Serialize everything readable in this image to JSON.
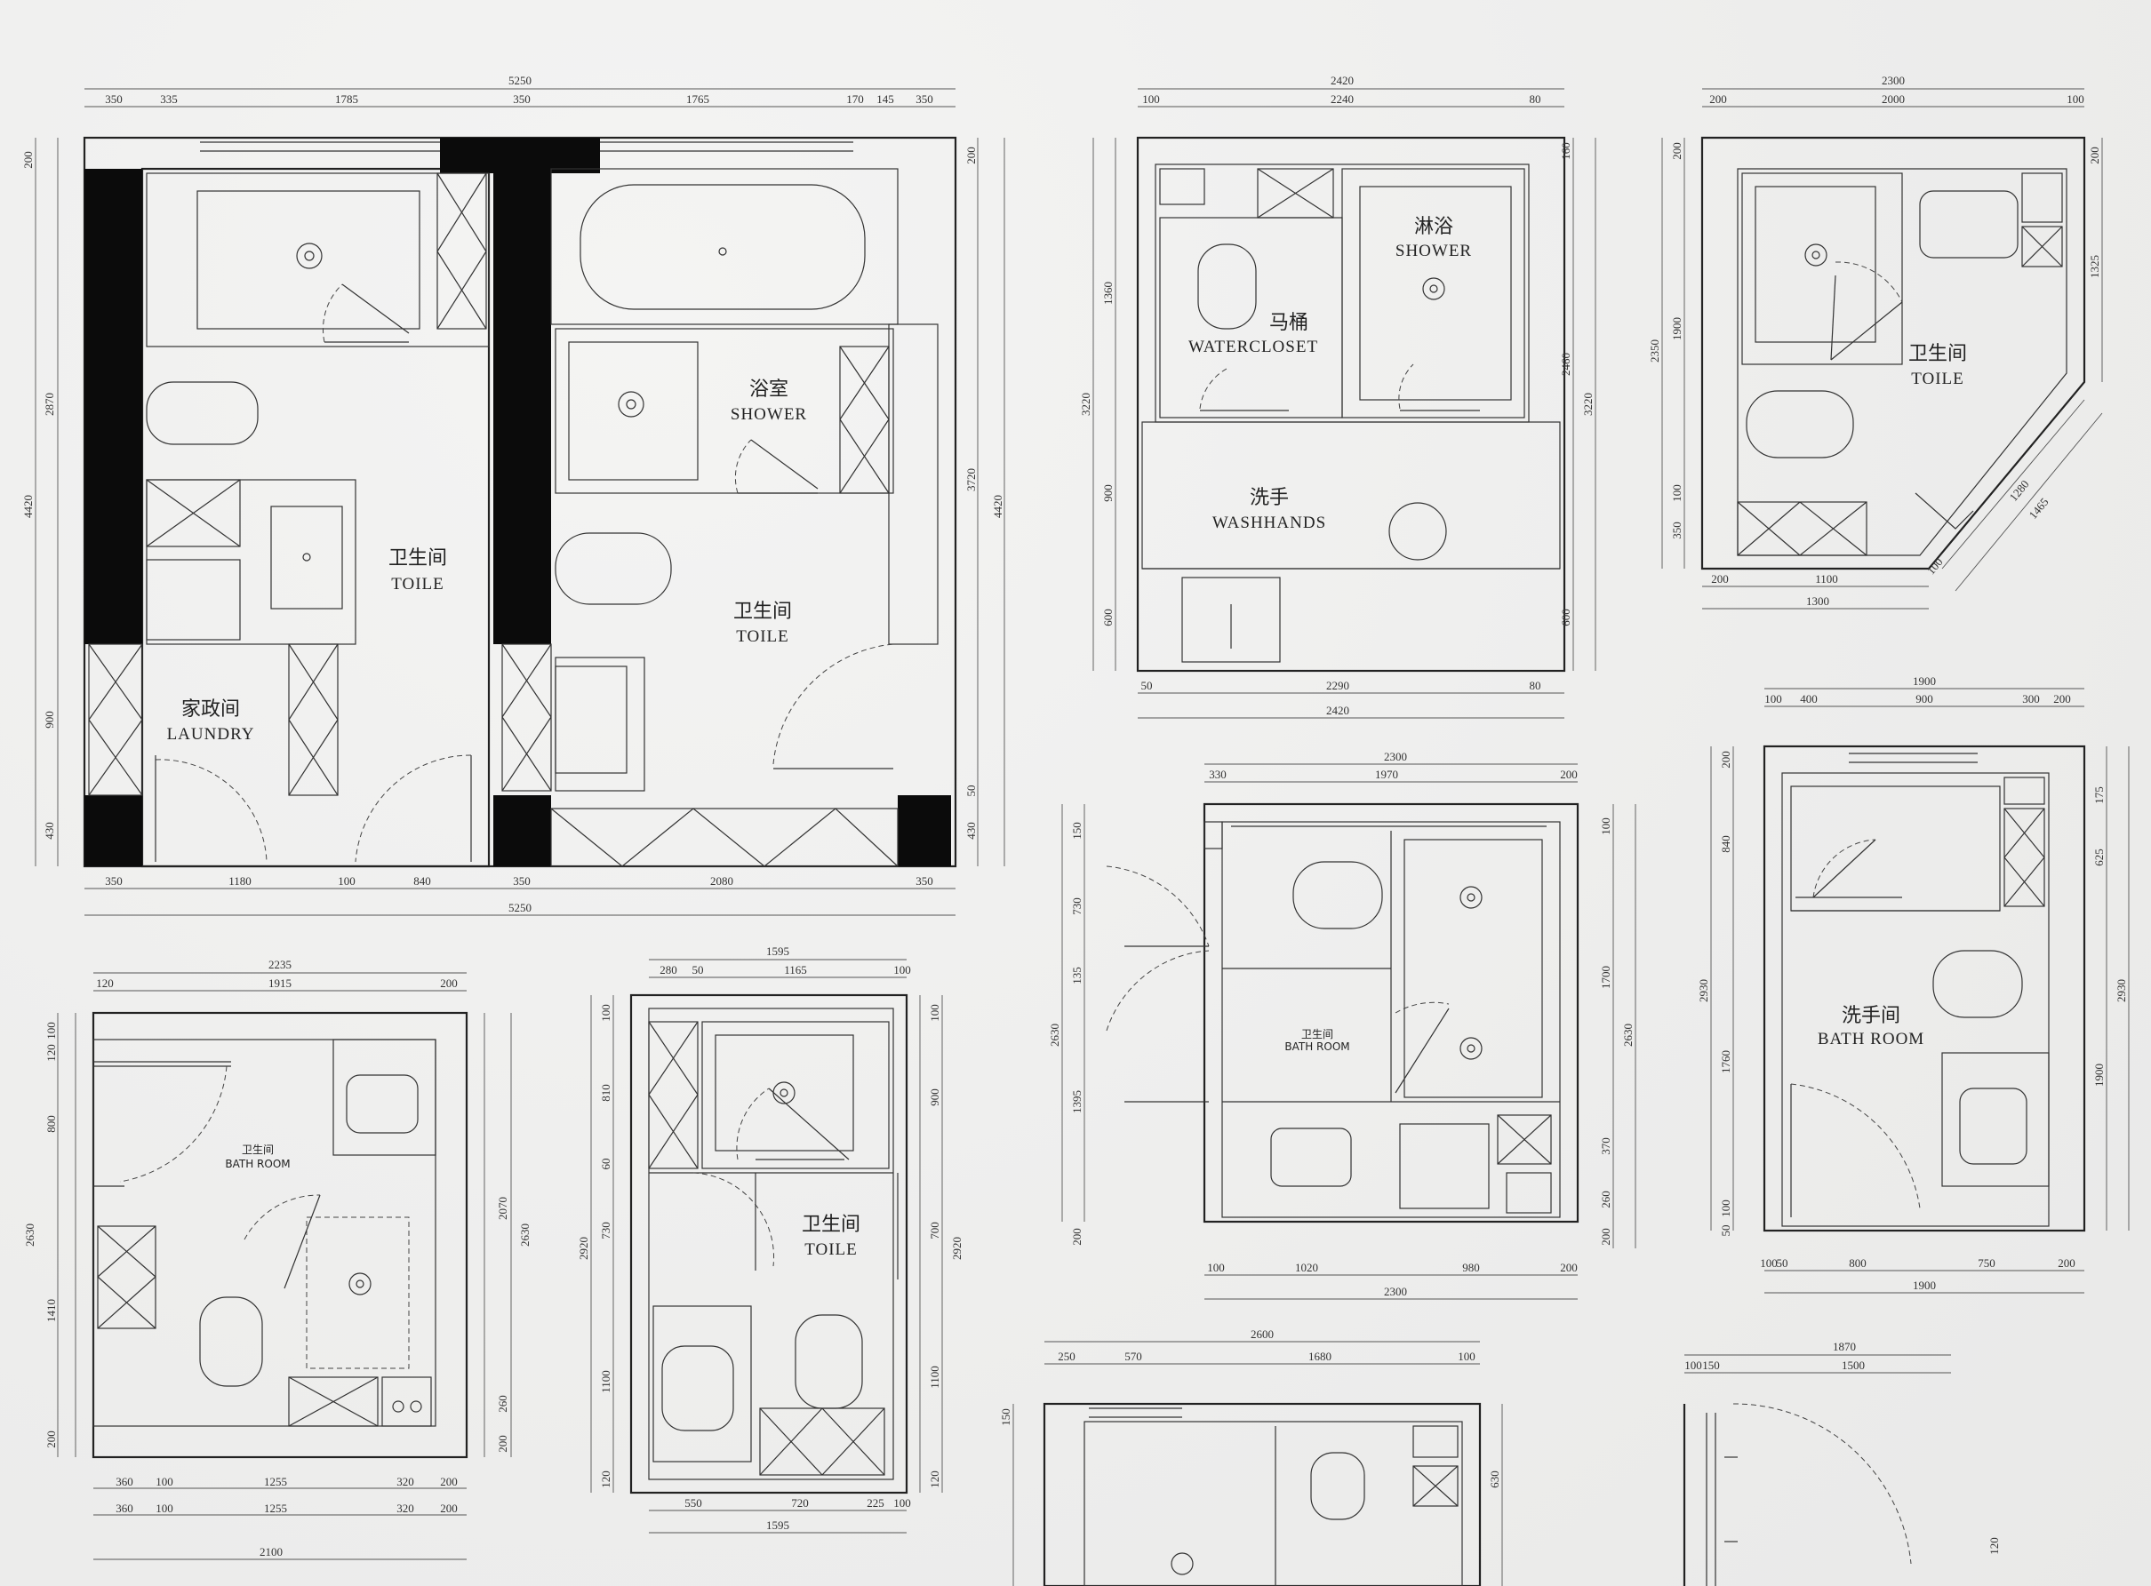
{
  "plans": [
    {
      "id": "plan-1",
      "rooms": [
        {
          "cn": "卫生间",
          "en": "TOILE"
        },
        {
          "cn": "家政间",
          "en": "LAUNDRY"
        },
        {
          "cn": "浴室",
          "en": "SHOWER"
        },
        {
          "cn": "卫生间",
          "en": "TOILE"
        }
      ],
      "dims_top": [
        "5250",
        "350",
        "335",
        "1785",
        "350",
        "1765",
        "170",
        "145",
        "350"
      ],
      "dims_bottom": [
        "350",
        "1180",
        "100",
        "840",
        "350",
        "2080",
        "350",
        "5250"
      ],
      "dims_left": [
        "200",
        "2870",
        "4420",
        "900",
        "430"
      ],
      "dims_right": [
        "200",
        "3720",
        "4420",
        "50",
        "430"
      ]
    },
    {
      "id": "plan-2",
      "rooms": [
        {
          "cn": "马桶",
          "en": "WATERCLOSET"
        },
        {
          "cn": "淋浴",
          "en": "SHOWER"
        },
        {
          "cn": "洗手",
          "en": "WASHHANDS"
        }
      ],
      "dims_top": [
        "2420",
        "100",
        "2240",
        "80"
      ],
      "dims_bottom": [
        "50",
        "2290",
        "80",
        "2420"
      ],
      "dims_left": [
        "1360",
        "3220",
        "900",
        "600"
      ],
      "dims_right": [
        "160",
        "2460",
        "3220",
        "600"
      ]
    },
    {
      "id": "plan-3",
      "rooms": [
        {
          "cn": "卫生间",
          "en": "TOILE"
        }
      ],
      "dims_top": [
        "2300",
        "200",
        "2000",
        "100"
      ],
      "dims_bottom": [
        "200",
        "1100",
        "1300"
      ],
      "dims_left": [
        "200",
        "1900",
        "2350",
        "100",
        "350"
      ],
      "dims_right": [
        "200",
        "1325",
        "1280",
        "1465",
        "100"
      ]
    },
    {
      "id": "plan-4",
      "rooms": [
        {
          "cn": "卫生间",
          "en": "BATH ROOM"
        }
      ],
      "dims_top": [
        "2235",
        "120",
        "1915",
        "200"
      ],
      "dims_bottom": [
        "360",
        "100",
        "1255",
        "320",
        "200",
        "360",
        "100",
        "1255",
        "320",
        "200",
        "2100"
      ],
      "dims_left": [
        "120",
        "100",
        "800",
        "2630",
        "1410",
        "200"
      ],
      "dims_right": [
        "2070",
        "2630",
        "260",
        "200"
      ]
    },
    {
      "id": "plan-5",
      "rooms": [
        {
          "cn": "卫生间",
          "en": "TOILE"
        }
      ],
      "dims_top": [
        "1595",
        "280",
        "50",
        "1165",
        "100"
      ],
      "dims_bottom": [
        "550",
        "720",
        "225",
        "100",
        "1595"
      ],
      "dims_left": [
        "100",
        "810",
        "60",
        "730",
        "2920",
        "1100",
        "120"
      ],
      "dims_right": [
        "100",
        "900",
        "700",
        "2920",
        "1100",
        "120"
      ]
    },
    {
      "id": "plan-6",
      "rooms": [
        {
          "cn": "卫生间",
          "en": "BATH ROOM"
        }
      ],
      "dims_top": [
        "2300",
        "330",
        "1970",
        "200"
      ],
      "dims_bottom": [
        "100",
        "1020",
        "980",
        "200",
        "2300"
      ],
      "dims_left": [
        "150",
        "730",
        "135",
        "2630",
        "1395",
        "200"
      ],
      "dims_right": [
        "100",
        "1700",
        "2630",
        "370",
        "260",
        "200"
      ]
    },
    {
      "id": "plan-7",
      "rooms": [
        {
          "cn": "洗手间",
          "en": "BATH ROOM"
        }
      ],
      "dims_top": [
        "1900",
        "100",
        "400",
        "900",
        "300",
        "200"
      ],
      "dims_bottom": [
        "100",
        "50",
        "800",
        "750",
        "200",
        "1900"
      ],
      "dims_left": [
        "200",
        "840",
        "2930",
        "1760",
        "50",
        "100"
      ],
      "dims_right": [
        "175",
        "625",
        "2930",
        "1900"
      ]
    },
    {
      "id": "plan-8",
      "rooms": [],
      "dims_top": [
        "2600",
        "250",
        "570",
        "1680",
        "100"
      ],
      "dims_left": [
        "150"
      ],
      "dims_right": [
        "630"
      ]
    },
    {
      "id": "plan-9",
      "rooms": [],
      "dims_top": [
        "1870",
        "100",
        "150",
        "1500"
      ],
      "dims_right": [
        "120"
      ]
    }
  ]
}
